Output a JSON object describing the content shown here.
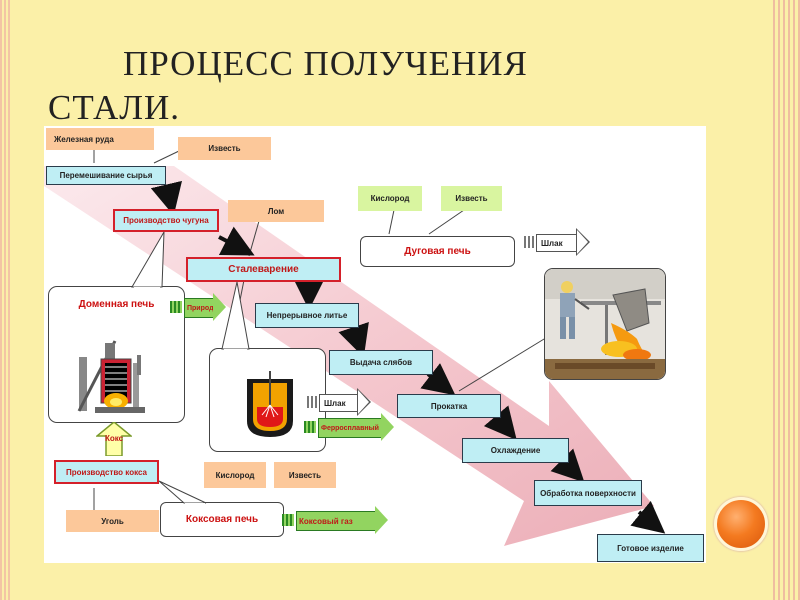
{
  "slide": {
    "title_line1": "ПРОЦЕСС ПОЛУЧЕНИЯ",
    "title_line2": "СТАЛИ."
  },
  "diagram": {
    "inputs": {
      "iron_ore": "Железная руда",
      "lime_top": "Известь",
      "scrap": "Лом",
      "oxygen_top": "Кислород",
      "lime_mid": "Известь",
      "oxygen_bottom": "Кислород",
      "lime_bottom": "Известь",
      "coal": "Уголь",
      "coke": "Кокс"
    },
    "steps": {
      "mixing": "Перемешивание сырья",
      "pig_iron": "Производство чугуна",
      "steelmaking": "Сталеварение",
      "continuous_casting": "Непрерывное литье",
      "slab_output": "Выдача слябов",
      "rolling": "Прокатка",
      "cooling": "Охлаждение",
      "surface_treatment": "Обработка поверхности",
      "finished_product": "Готовое изделие",
      "coke_production": "Производство кокса"
    },
    "callouts": {
      "blast_furnace": "Доменная печь",
      "arc_furnace": "Дуговая печь",
      "coke_oven": "Коксовая печь"
    },
    "outputs": {
      "natural_gas": "Природный газ",
      "slag_top": "Шлак",
      "slag_mid": "Шлак",
      "ferroalloy_gas": "Ферросплавный газ",
      "coke_gas": "Коксовый газ"
    },
    "colors": {
      "step_fill": "#bfeef4",
      "highlight_border": "#d4202a",
      "input_fill": "#fcc89a",
      "oxygen_lime_fill": "#d9f5a0",
      "gas_arrow_fill": "#92d460",
      "flow_band": "#f4cdd2"
    }
  }
}
